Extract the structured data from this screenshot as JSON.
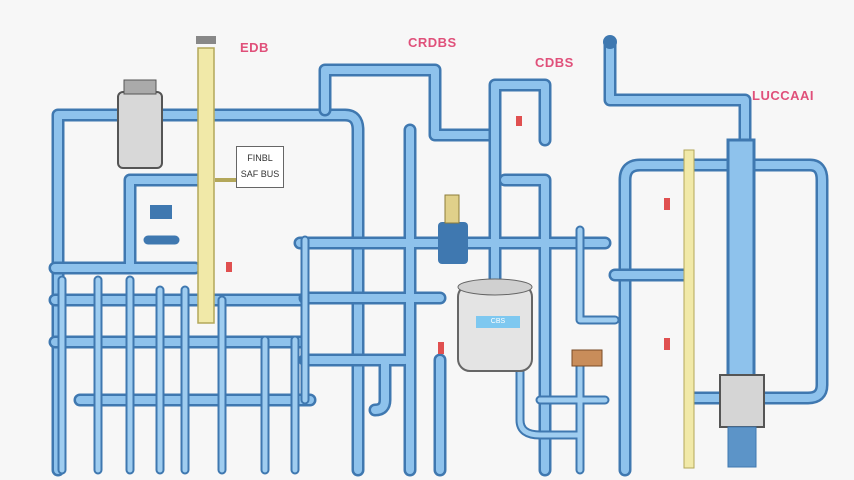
{
  "labels": {
    "top_left": "EDB",
    "top_center": "CRDBS",
    "top_center_right": "CDBS",
    "right": "LUCCAAI",
    "panel_line1": "FINBL",
    "panel_line2": "SAF BUS",
    "tank_label": "CBS"
  },
  "colors": {
    "pipe": "#6fa8dc",
    "pipe_outline": "#3f78b0",
    "label": "#e0507a",
    "yellow_pipe": "#f1e9a8"
  }
}
